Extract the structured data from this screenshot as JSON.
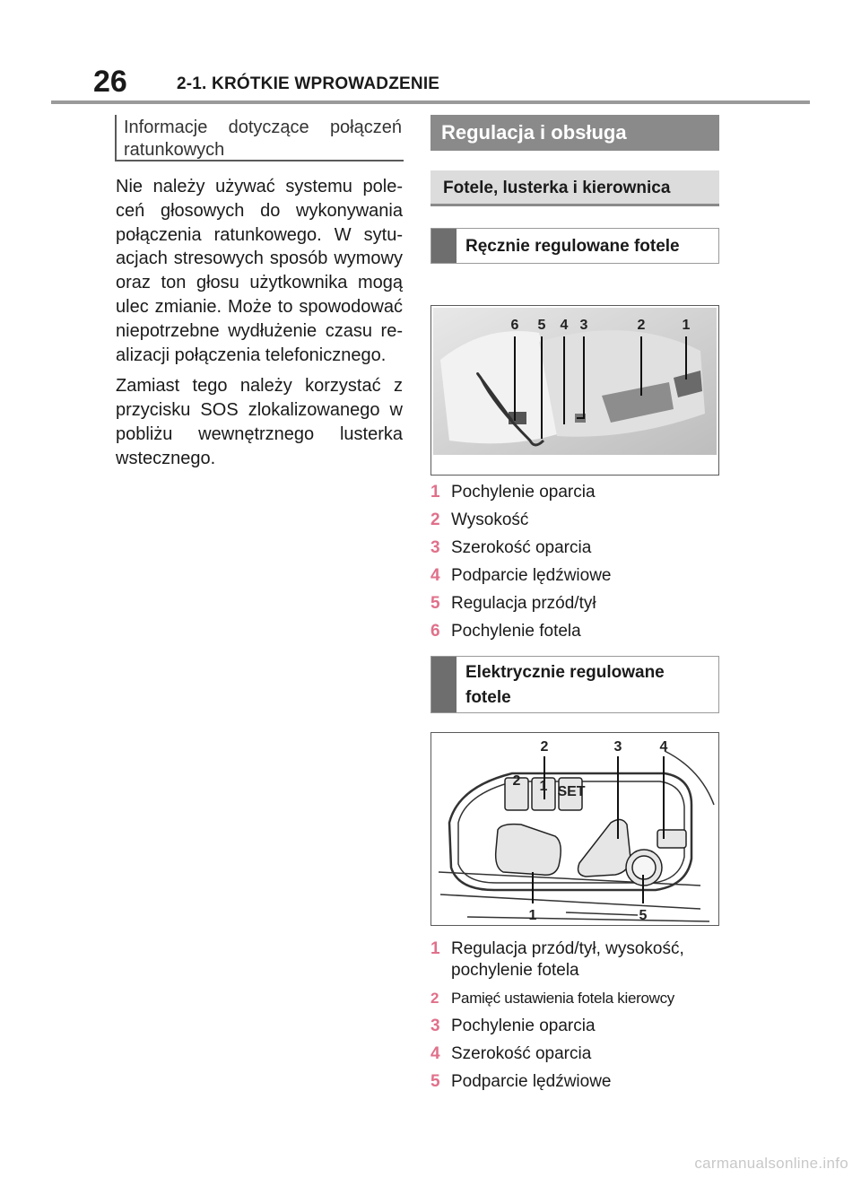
{
  "header": {
    "page_number": "26",
    "chapter": "2-1. KRÓTKIE WPROWADZENIE"
  },
  "left": {
    "box_title": "Informacje dotyczące połączeń ratunkowych",
    "paragraphs": [
      "Nie należy używać systemu pole- ceń głosowych do wykonywania połączenia ratunkowego. W sytu- acjach stresowych sposób wymowy oraz ton głosu użytkownika mogą ulec zmianie. Może to spowodować niepotrzebne wydłużenie czasu re- alizacji połączenia telefonicznego.",
      "Zamiast tego należy korzystać z przycisku SOS zlokalizowanego w pobliżu wewnętrznego lusterka wstecznego."
    ]
  },
  "right": {
    "section_title": "Regulacja i obsługa",
    "subsection_title": "Fotele, lusterka i kierownica",
    "manual": {
      "title": "Ręcznie regulowane fotele",
      "figure_labels": [
        "6",
        "5",
        "4",
        "3",
        "2",
        "1"
      ],
      "items": [
        {
          "num": "1",
          "text": "Pochylenie oparcia"
        },
        {
          "num": "2",
          "text": "Wysokość"
        },
        {
          "num": "3",
          "text": "Szerokość oparcia"
        },
        {
          "num": "4",
          "text": "Podparcie lędźwiowe"
        },
        {
          "num": "5",
          "text": "Regulacja przód/tył"
        },
        {
          "num": "6",
          "text": "Pochylenie fotela"
        }
      ]
    },
    "electric": {
      "title": "Elektrycznie regulowane fotele",
      "figure_labels": [
        "2",
        "3",
        "4",
        "1",
        "5"
      ],
      "button_labels": [
        "2",
        "1",
        "SET"
      ],
      "items": [
        {
          "num": "1",
          "text": "Regulacja przód/tył, wysokość, pochylenie fotela"
        },
        {
          "num": "2",
          "text": "Pamięć ustawienia fotela kierowcy"
        },
        {
          "num": "3",
          "text": "Pochylenie oparcia"
        },
        {
          "num": "4",
          "text": "Szerokość oparcia"
        },
        {
          "num": "5",
          "text": "Podparcie lędźwiowe"
        }
      ]
    }
  },
  "watermark": "carmanualsonline.info",
  "colors": {
    "accent_number": "#e0708a",
    "section_bg": "#8a8a8a",
    "subsection_bg": "#dcdcdc",
    "topic_bar": "#6e6e6e"
  }
}
